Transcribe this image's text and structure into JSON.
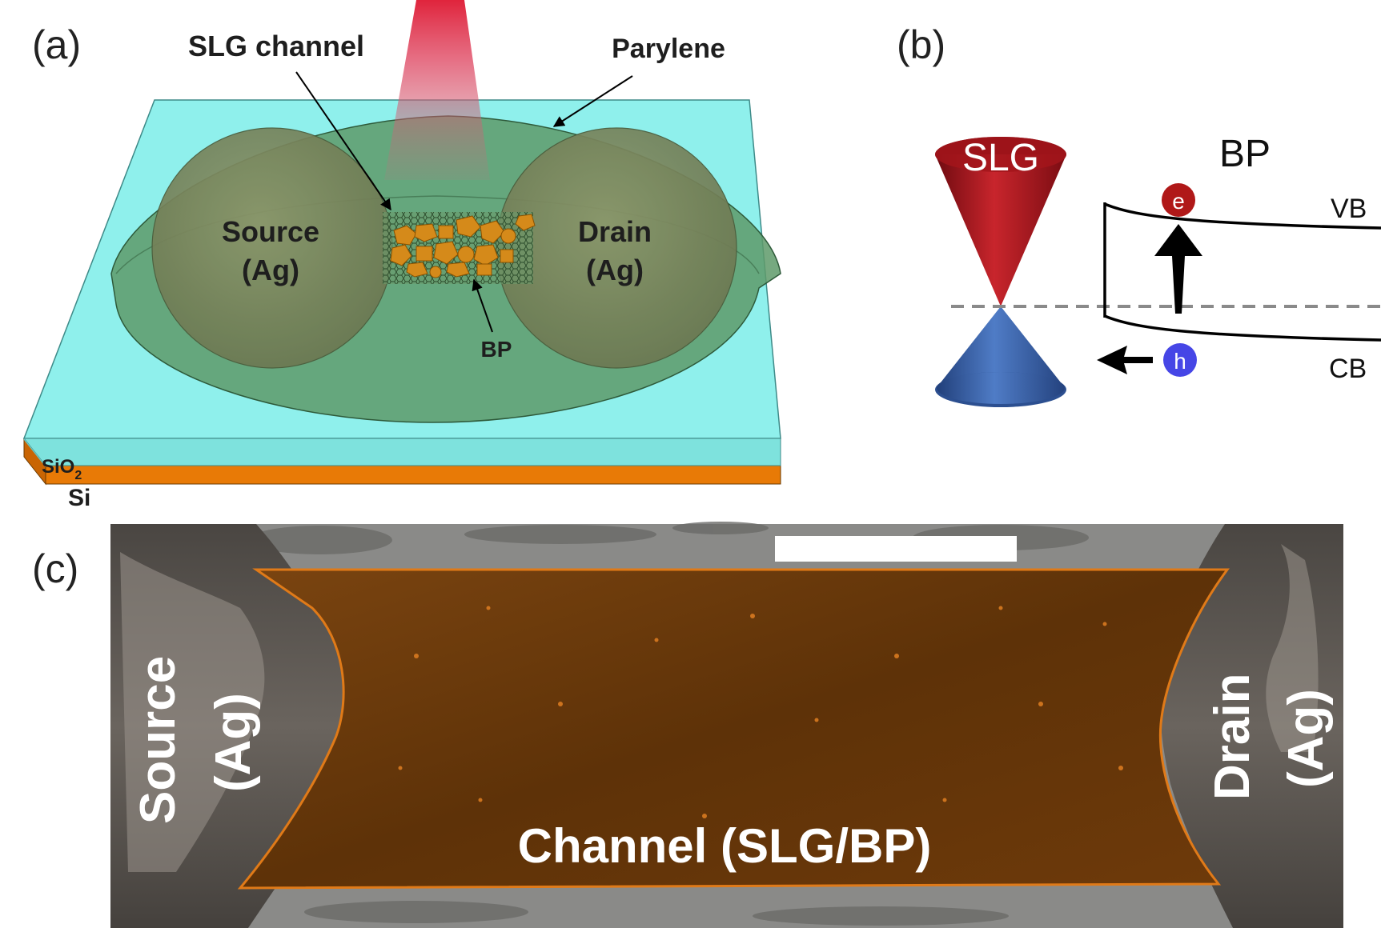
{
  "panel_a": {
    "letter": "(a)",
    "label_channel": "SLG channel",
    "label_parylene": "Parylene",
    "label_source_line1": "Source",
    "label_source_line2": "(Ag)",
    "label_drain_line1": "Drain",
    "label_drain_line2": "(Ag)",
    "label_bp": "BP",
    "label_sio2_base": "SiO",
    "label_sio2_sub": "2",
    "label_si": "Si",
    "colors": {
      "sio2": "#8ff0ec",
      "si": "#e87a06",
      "parylene": "#5e9a6a",
      "contact": "#7e8a5c",
      "bp": "#d58a1a",
      "beam": "#e03045"
    }
  },
  "panel_b": {
    "letter": "(b)",
    "label_slg": "SLG",
    "label_bp": "BP",
    "label_vb": "VB",
    "label_cb": "CB",
    "electron": "e",
    "hole": "h",
    "colors": {
      "upper_cone": "#a3151b",
      "lower_cone": "#3a62a8",
      "electron": "#b01818",
      "hole": "#4646e6",
      "fermi": "#8a8a8a"
    }
  },
  "panel_c": {
    "letter": "(c)",
    "label_source_line1": "Source",
    "label_source_line2": "(Ag)",
    "label_drain_line1": "Drain",
    "label_drain_line2": "(Ag)",
    "label_channel": "Channel (SLG/BP)",
    "colors": {
      "channel": "#6e3b08",
      "electrode": "#5a5550",
      "background": "#8a8a88"
    }
  }
}
